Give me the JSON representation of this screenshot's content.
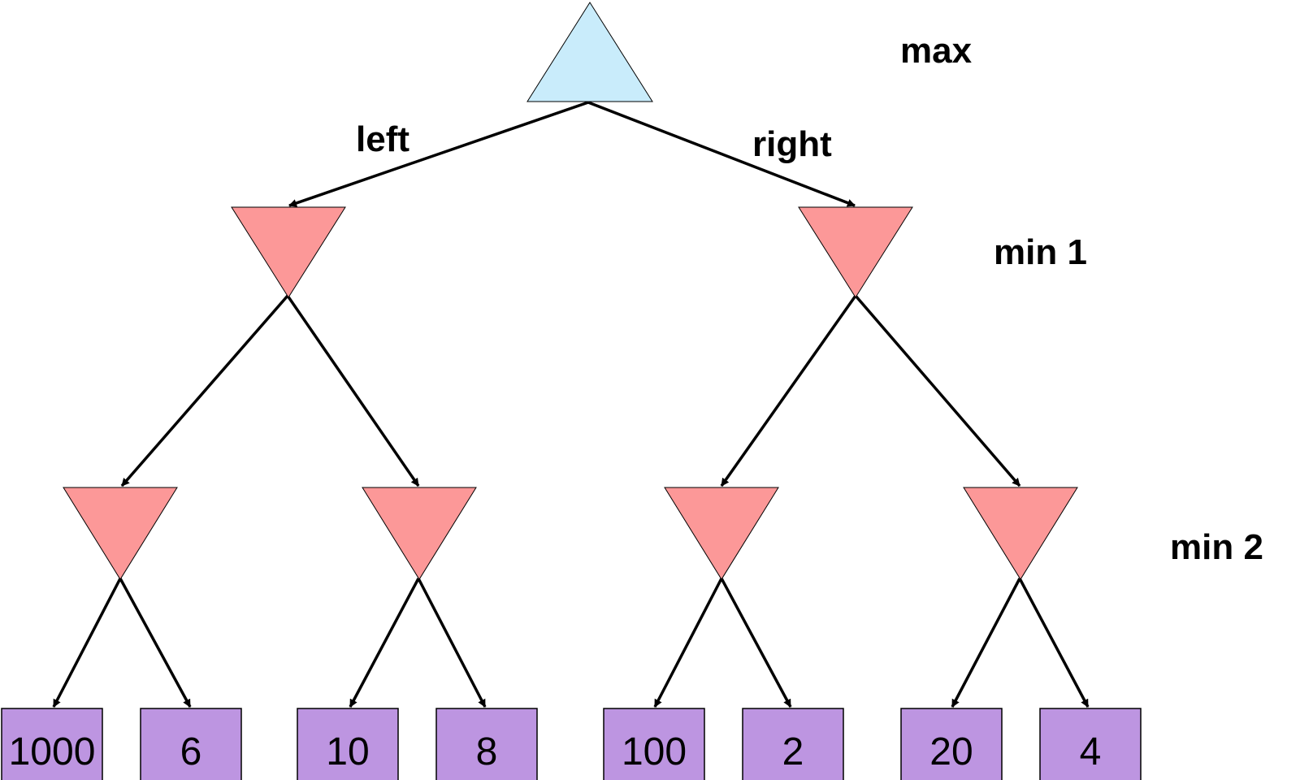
{
  "levels": {
    "max": "max",
    "min1": "min 1",
    "min2": "min 2"
  },
  "edges": {
    "left": "left",
    "right": "right"
  },
  "leaves": [
    "1000",
    "6",
    "10",
    "8",
    "100",
    "2",
    "20",
    "4"
  ],
  "colors": {
    "max_node": "#c9ecfb",
    "min_node": "#fc9898",
    "leaf": "#bd95e1"
  }
}
